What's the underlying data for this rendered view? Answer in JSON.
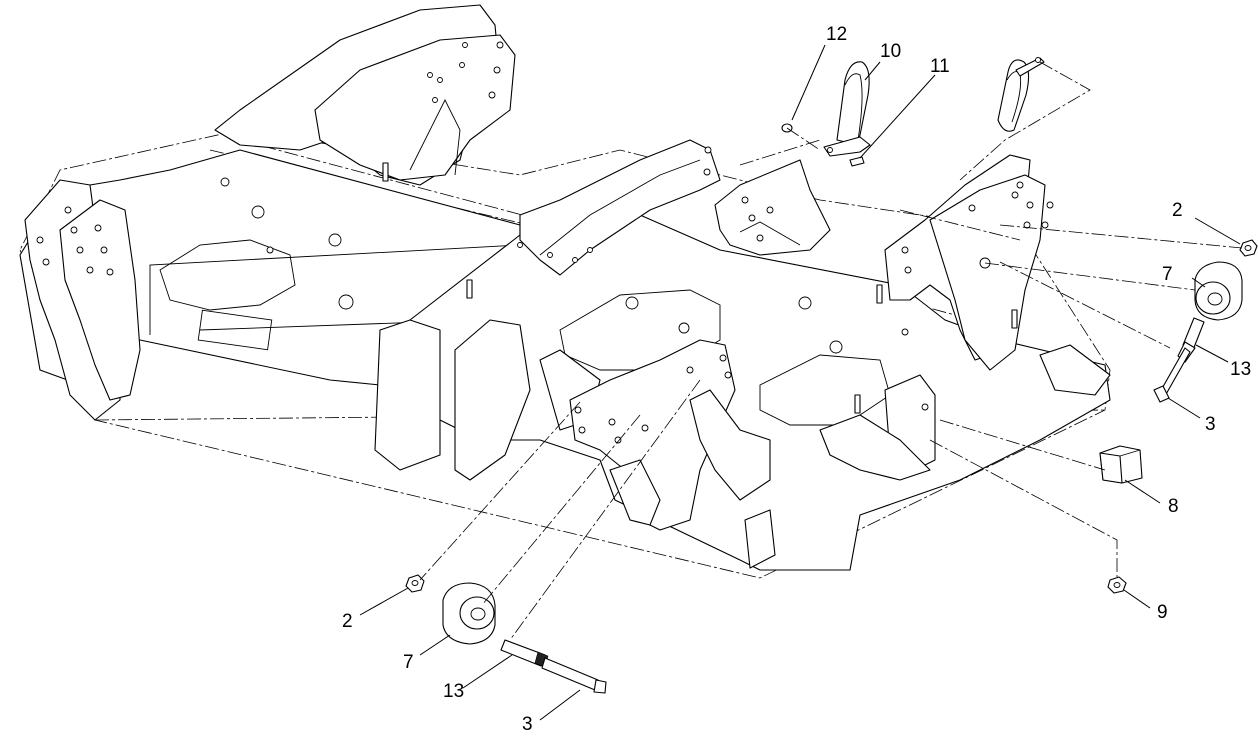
{
  "callouts": [
    {
      "id": "c12",
      "label": "12"
    },
    {
      "id": "c10",
      "label": "10"
    },
    {
      "id": "c11",
      "label": "11"
    },
    {
      "id": "c2r",
      "label": "2"
    },
    {
      "id": "c7r",
      "label": "7"
    },
    {
      "id": "c13r",
      "label": "13"
    },
    {
      "id": "c3r",
      "label": "3"
    },
    {
      "id": "c8",
      "label": "8"
    },
    {
      "id": "c9",
      "label": "9"
    },
    {
      "id": "c2l",
      "label": "2"
    },
    {
      "id": "c7l",
      "label": "7"
    },
    {
      "id": "c13l",
      "label": "13"
    },
    {
      "id": "c3l",
      "label": "3"
    }
  ]
}
